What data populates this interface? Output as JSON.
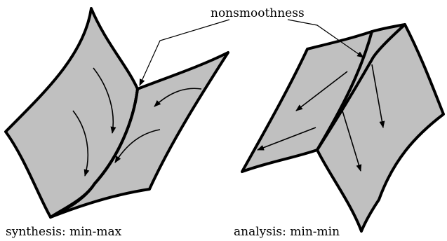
{
  "labels": {
    "top": "nonsmoothness",
    "left": "synthesis: min-max",
    "right": "analysis: min-min"
  },
  "colors": {
    "surface": "#c0c0c0",
    "stroke": "#000000",
    "background": "#ffffff"
  }
}
